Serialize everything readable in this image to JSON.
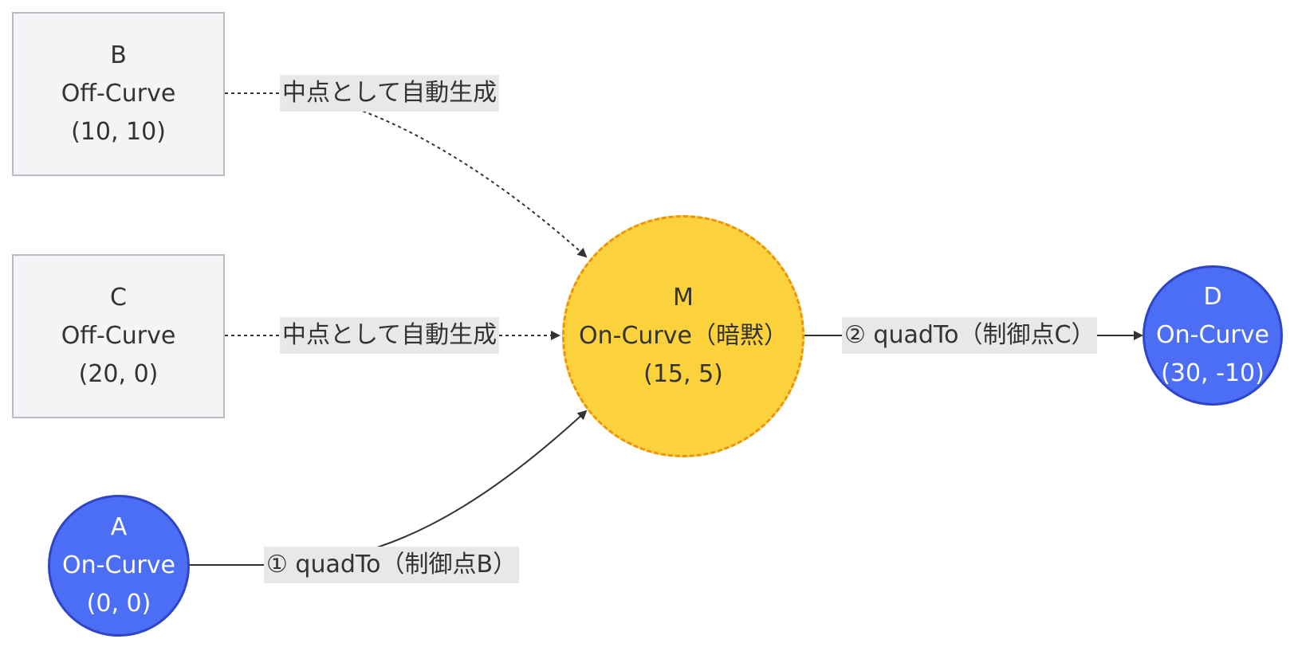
{
  "nodes": {
    "B": {
      "id": "B",
      "kind": "Off-Curve",
      "coords": "(10, 10)"
    },
    "C": {
      "id": "C",
      "kind": "Off-Curve",
      "coords": "(20, 0)"
    },
    "A": {
      "id": "A",
      "kind": "On-Curve",
      "coords": "(0, 0)"
    },
    "M": {
      "id": "M",
      "kind": "On-Curve（暗黙）",
      "coords": "(15, 5)"
    },
    "D": {
      "id": "D",
      "kind": "On-Curve",
      "coords": "(30, -10)"
    }
  },
  "edges": {
    "b_to_m": "中点として自動生成",
    "c_to_m": "中点として自動生成",
    "a_to_m": "① quadTo（制御点B）",
    "m_to_d": "② quadTo（制御点C）"
  },
  "colors": {
    "on_curve_fill": "#4c6ef5",
    "implied_fill": "#fcd23c",
    "implied_border": "#eb9414",
    "off_curve_fill": "#f3f4f6"
  }
}
